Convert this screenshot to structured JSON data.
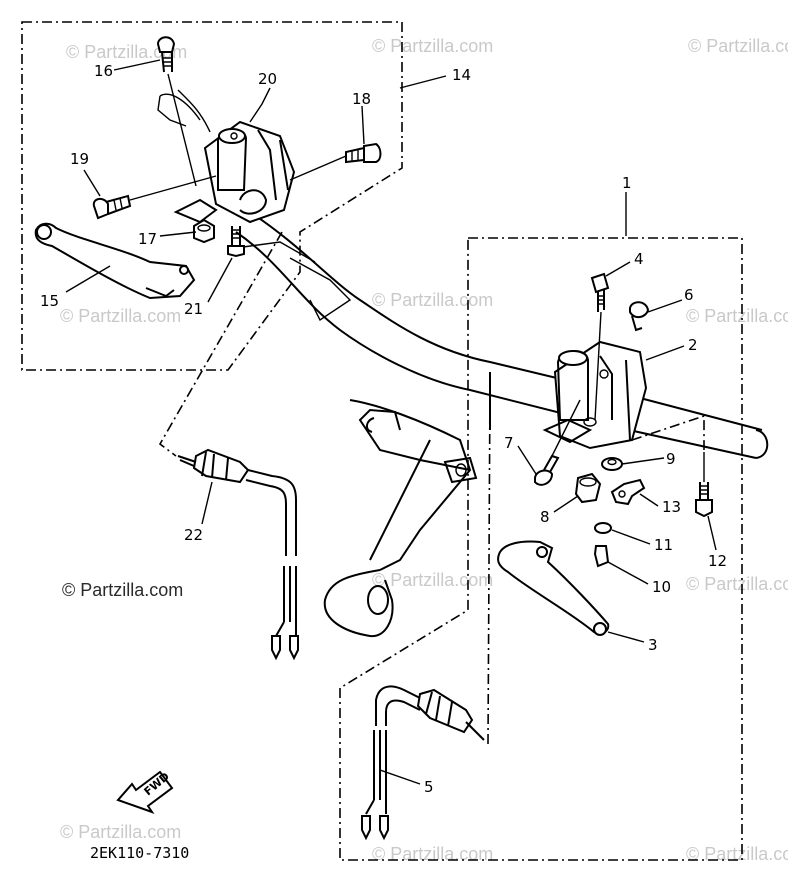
{
  "watermark": "© Partzilla.com",
  "drawing_code": "2EK110-7310",
  "fwd_label": "FWD",
  "callouts": {
    "c1": "1",
    "c2": "2",
    "c3": "3",
    "c4": "4",
    "c5": "5",
    "c6": "6",
    "c7": "7",
    "c8": "8",
    "c9": "9",
    "c10": "10",
    "c11": "11",
    "c12": "12",
    "c13": "13",
    "c14": "14",
    "c15": "15",
    "c16": "16",
    "c17": "17",
    "c18": "18",
    "c19": "19",
    "c20": "20",
    "c21": "21",
    "c22": "22"
  }
}
